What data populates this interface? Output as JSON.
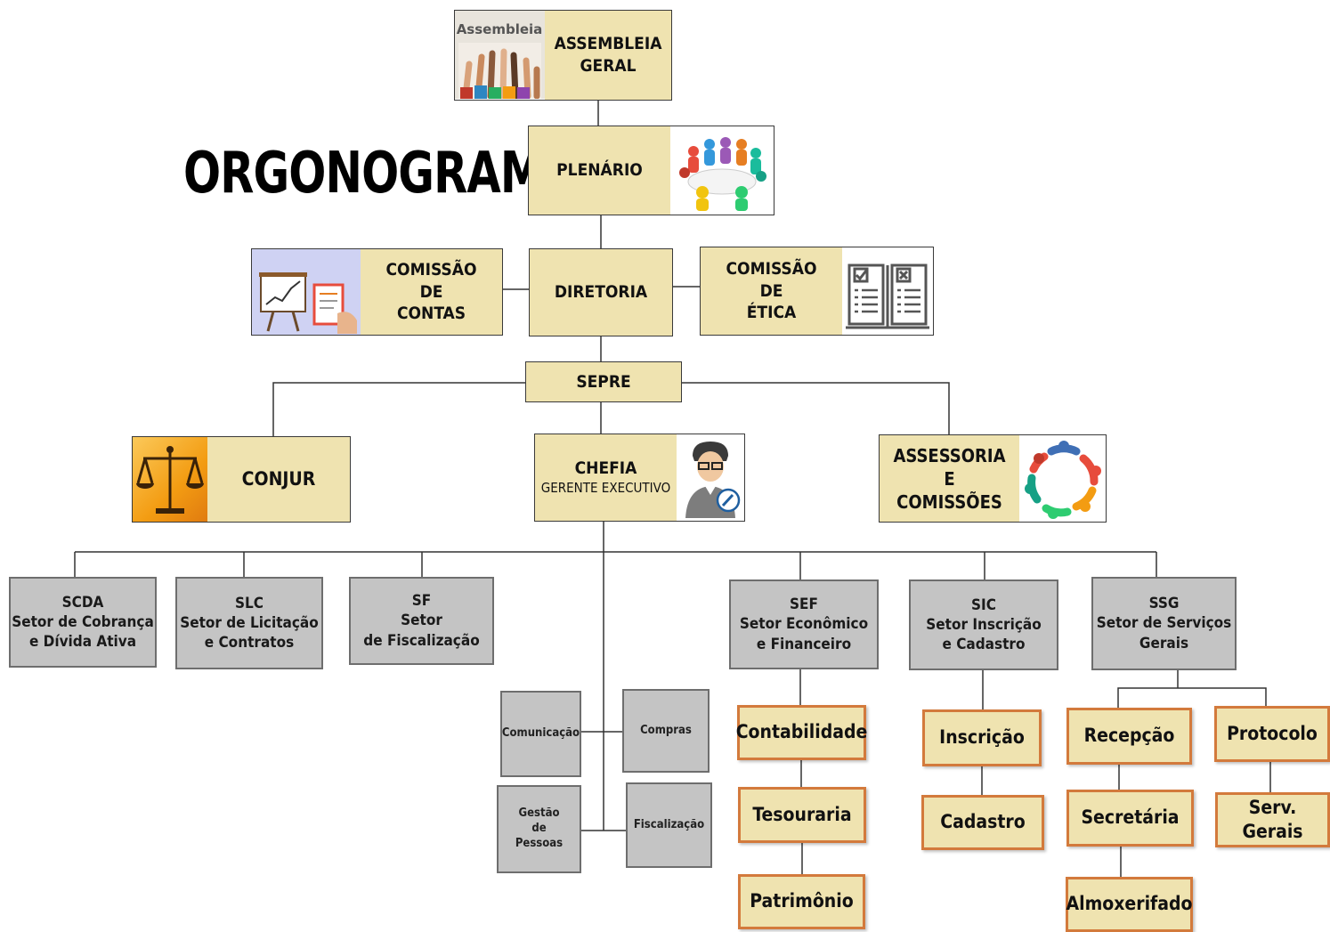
{
  "title": "ORGONOGRAMA",
  "assembleia": {
    "label": "ASSEMBLEIA\nGERAL",
    "sign": "Assembleia"
  },
  "plenario": {
    "label": "PLENÁRIO"
  },
  "comissao_contas": {
    "label": "COMISSÃO\nDE\nCONTAS"
  },
  "diretoria": {
    "label": "DIRETORIA"
  },
  "comissao_etica": {
    "label": "COMISSÃO\nDE\nÉTICA"
  },
  "sepre": {
    "label": "SEPRE"
  },
  "conjur": {
    "label": "CONJUR"
  },
  "chefia": {
    "title": "CHEFIA",
    "subtitle": "GERENTE EXECUTIVO"
  },
  "assessoria": {
    "label": "ASSESSORIA\nE\nCOMISSÕES"
  },
  "setores": {
    "scda": "SCDA\nSetor de Cobrança\ne Dívida Ativa",
    "slc": "SLC\nSetor de Licitação\ne Contratos",
    "sf": "SF\nSetor\nde Fiscalização",
    "sef": "SEF\nSetor Econômico\ne Financeiro",
    "sic": "SIC\nSetor Inscrição\ne Cadastro",
    "ssg": "SSG\nSetor de Serviços\nGerais"
  },
  "chefia_units": {
    "comunicacao": "Comunicação",
    "compras": "Compras",
    "gestao": "Gestão\nde\nPessoas",
    "fiscalizacao": "Fiscalização"
  },
  "sef_units": {
    "contabilidade": "Contabilidade",
    "tesouraria": "Tesouraria",
    "patrimonio": "Patrimônio"
  },
  "sic_units": {
    "inscricao": "Inscrição",
    "cadastro": "Cadastro"
  },
  "ssg_units": {
    "recepcao": "Recepção",
    "protocolo": "Protocolo",
    "secretaria": "Secretária",
    "serv_gerais": "Serv. Gerais",
    "almoxerifado": "Almoxerifado"
  },
  "colors": {
    "box_fill": "#efe3b0",
    "sector_fill": "#c4c4c4",
    "unit_border": "#d37a3c",
    "line": "#333333"
  }
}
